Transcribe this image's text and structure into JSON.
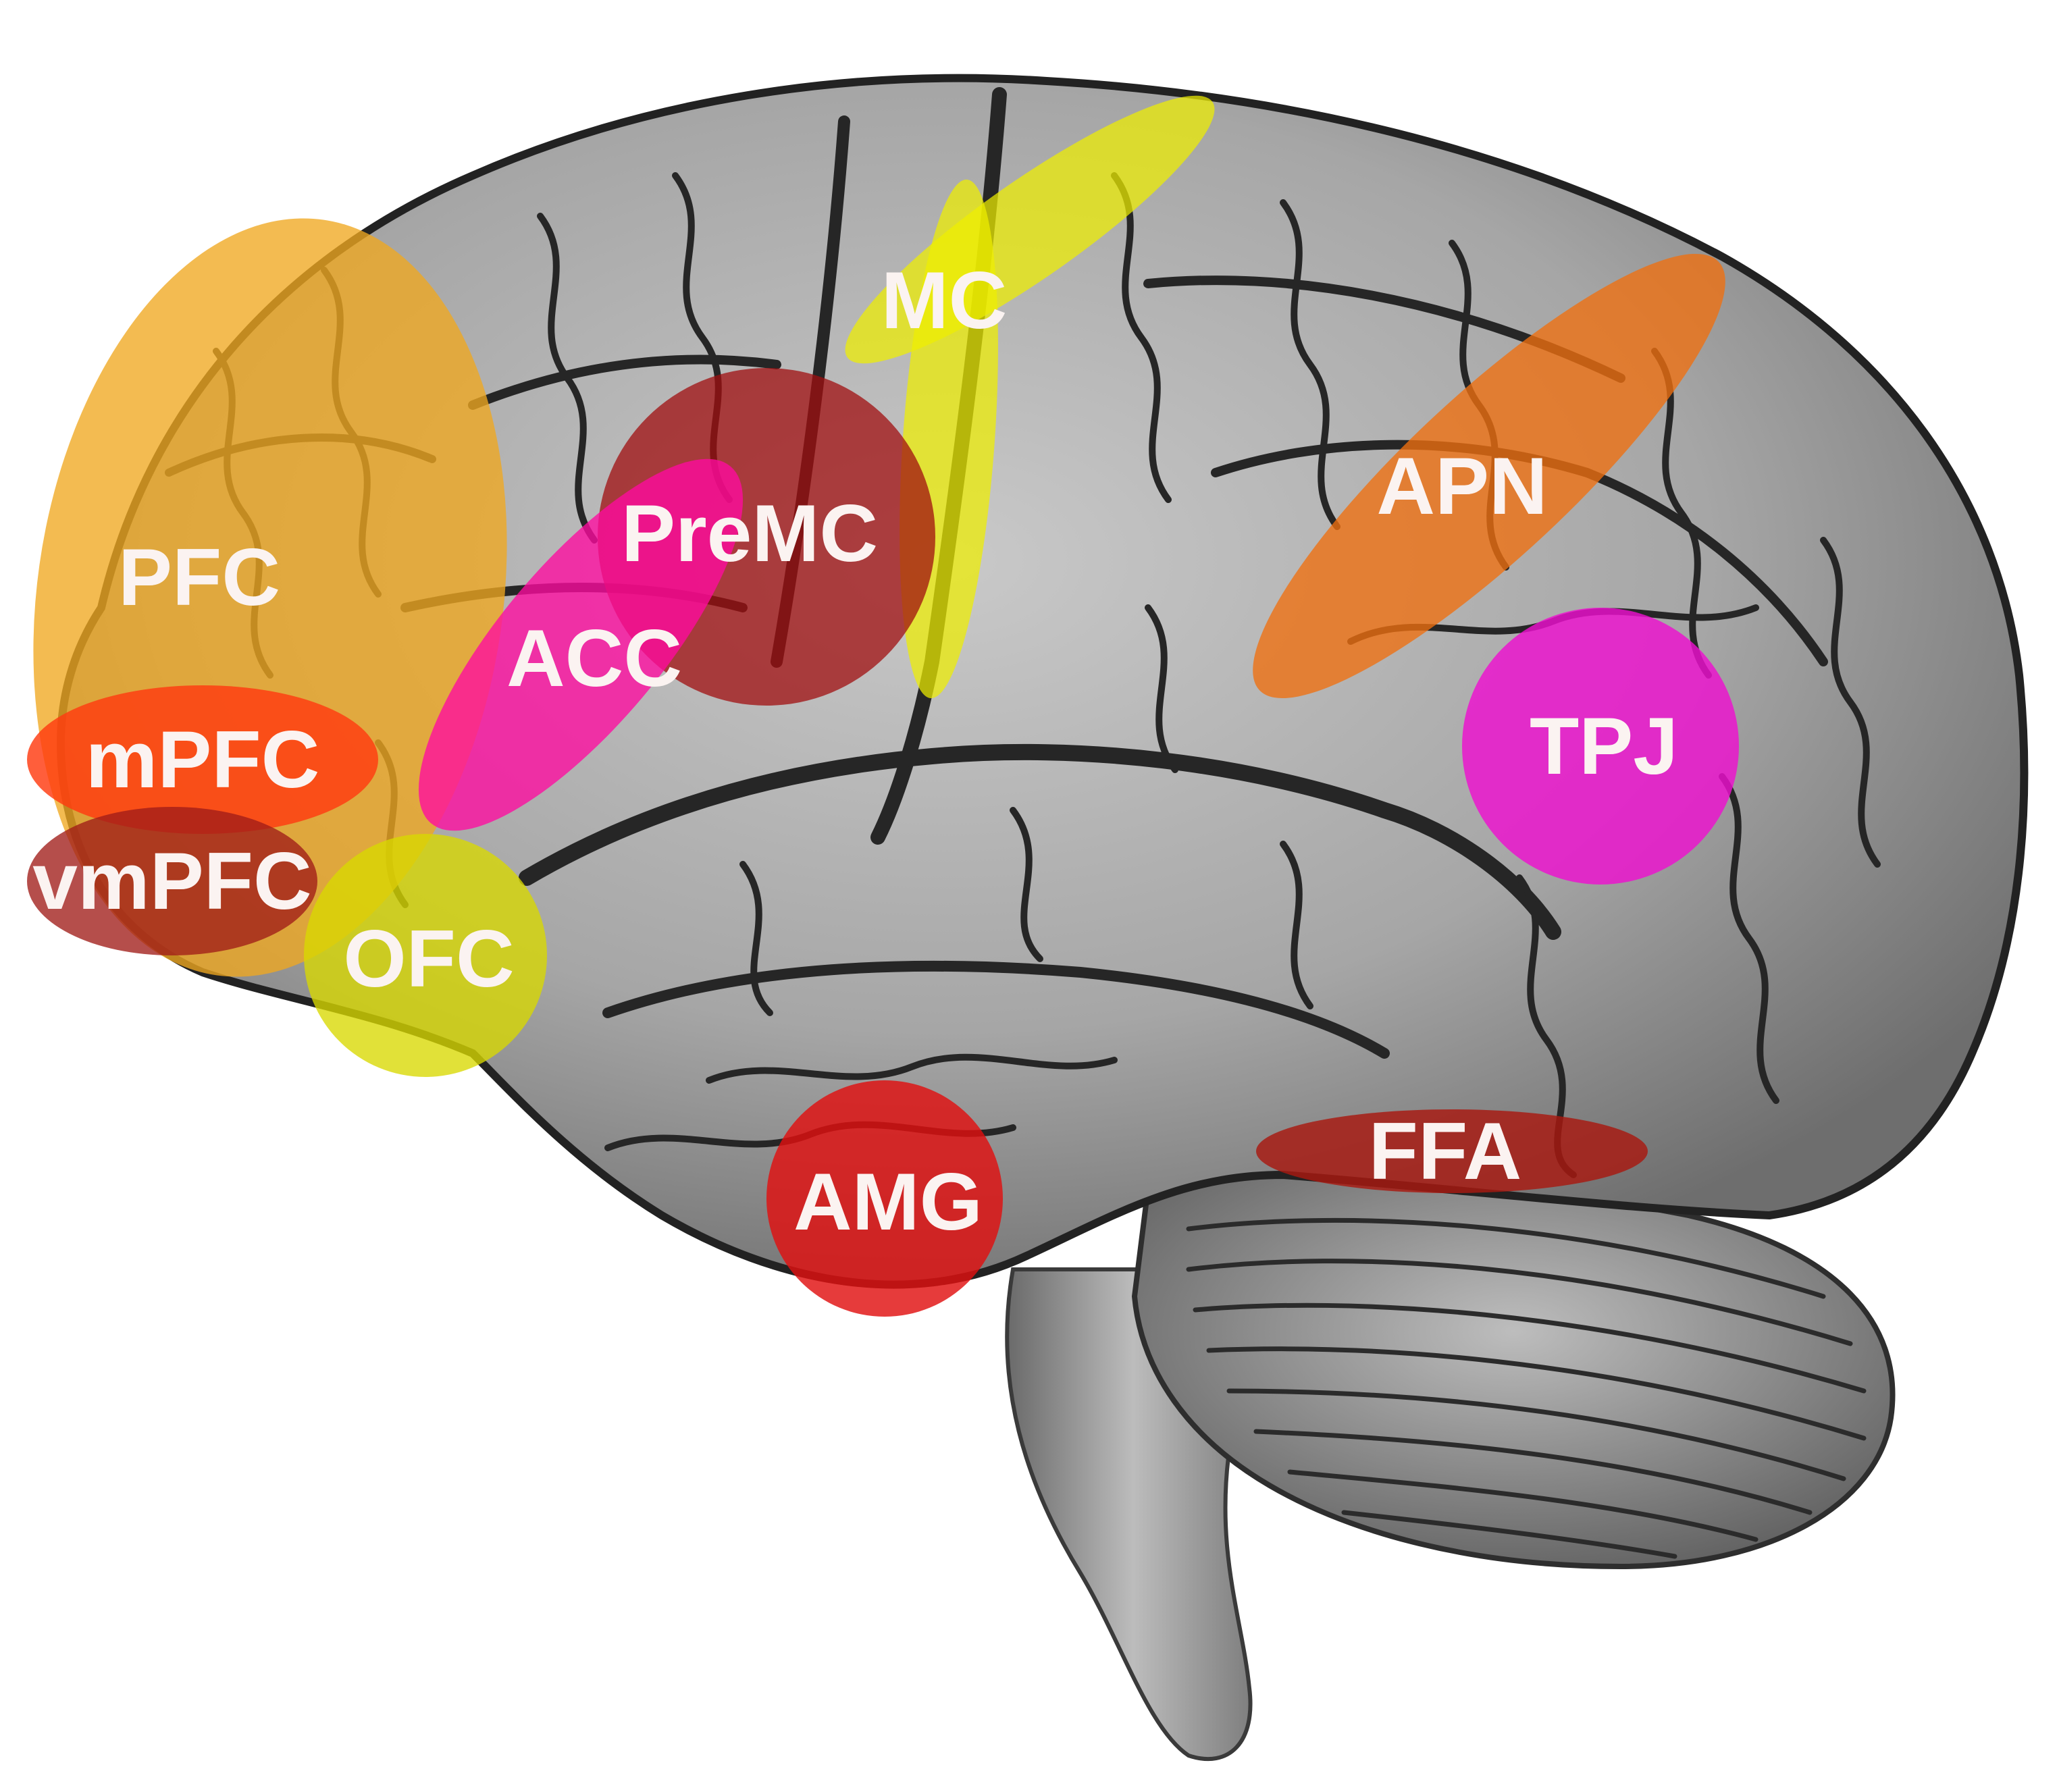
{
  "regions": {
    "pfc": {
      "label": "PFC",
      "color": "#f0a820"
    },
    "mpfc": {
      "label": "mPFC",
      "color": "#ff3a10"
    },
    "vmpfc": {
      "label": "vmPFC",
      "color": "#a01c18"
    },
    "ofc": {
      "label": "OFC",
      "color": "#d8d800"
    },
    "acc": {
      "label": "ACC",
      "color": "#ff0aa0"
    },
    "premc": {
      "label": "PreMC",
      "color": "#a00f10"
    },
    "mc": {
      "label": "MC",
      "color": "#eeee00"
    },
    "apn": {
      "label": "APN",
      "color": "#f07010"
    },
    "tpj": {
      "label": "TPJ",
      "color": "#ee10d0"
    },
    "amg": {
      "label": "AMG",
      "color": "#e01010"
    },
    "ffa": {
      "label": "FFA",
      "color": "#a81810"
    }
  }
}
